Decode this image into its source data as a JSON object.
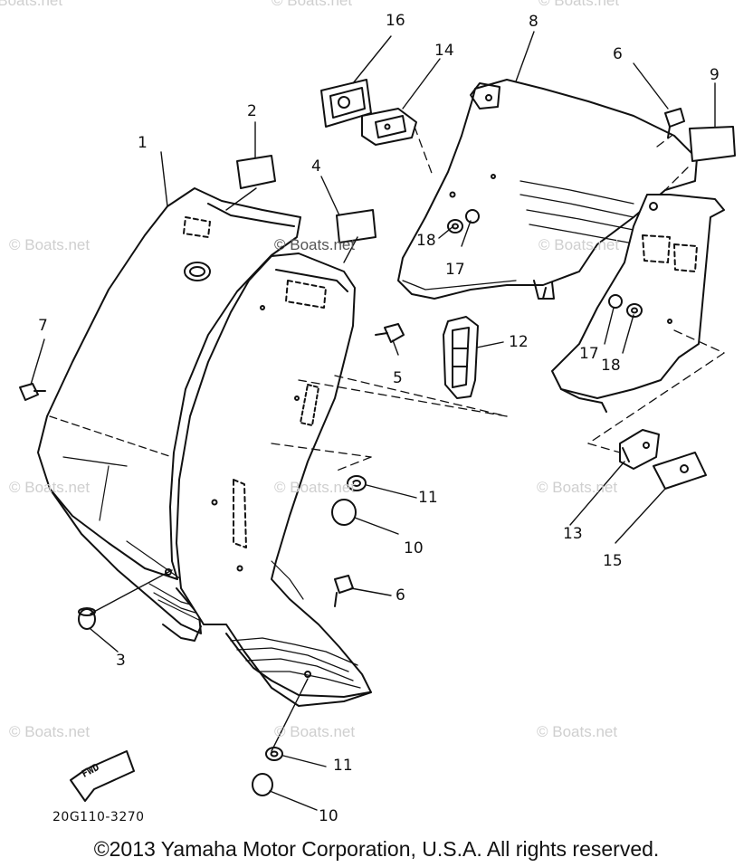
{
  "watermark": "© Boats.net",
  "fwd_label": "FWD",
  "diagram_code": "20G110-3270",
  "copyright": "©2013 Yamaha Motor Corporation, U.S.A. All rights reserved.",
  "callouts": [
    "1",
    "2",
    "3",
    "4",
    "5",
    "6",
    "6",
    "7",
    "8",
    "9",
    "10",
    "10",
    "11",
    "11",
    "12",
    "13",
    "14",
    "15",
    "16",
    "17",
    "17",
    "18",
    "18"
  ]
}
